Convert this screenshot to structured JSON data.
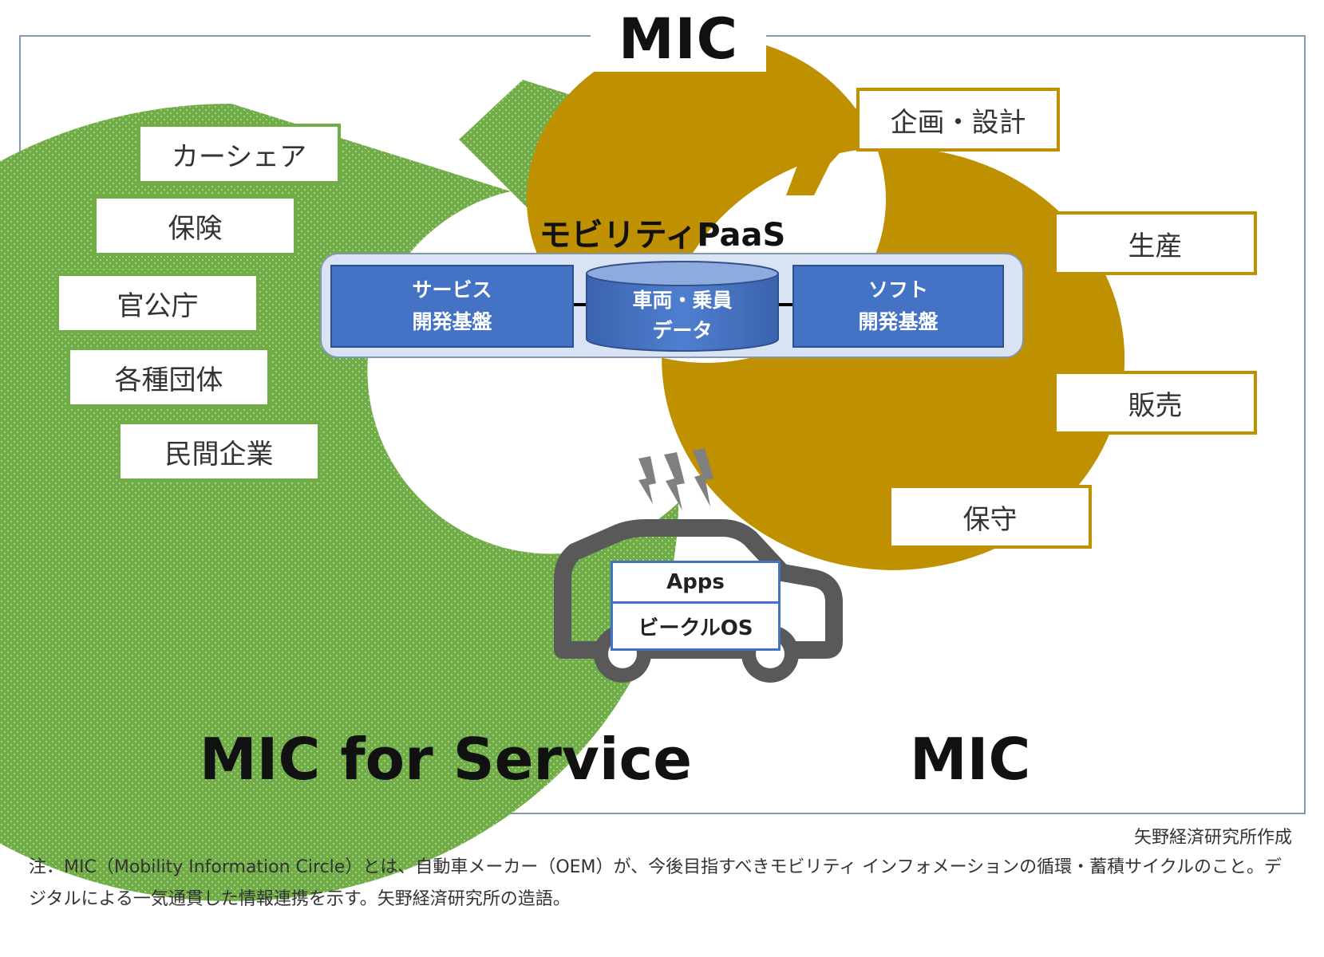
{
  "title": "MIC",
  "paas": {
    "title": "モビリティPaaS",
    "service_box": [
      "サービス",
      "開発基盤"
    ],
    "data_box": [
      "車両・乗員",
      "データ"
    ],
    "soft_box": [
      "ソフト",
      "開発基盤"
    ]
  },
  "left_labels": [
    "カーシェア",
    "保険",
    "官公庁",
    "各種団体",
    "民間企業"
  ],
  "right_labels": [
    "企画・設計",
    "生産",
    "販売",
    "保守"
  ],
  "car": {
    "apps": "Apps",
    "os": "ビークルOS"
  },
  "bottom_left": "MIC for Service",
  "bottom_right": "MIC",
  "credit": "矢野経済研究所作成",
  "note": "注．MIC（Mobility Information Circle）とは、自動車メーカー（OEM）が、今後目指すべきモビリティ インフォメーションの循環・蓄積サイクルのこと。デジタルによる一気通貫した情報連携を示す。矢野経済研究所の造語。",
  "colors": {
    "green": "#70ad47",
    "gold": "#bf9000",
    "blue": "#4472c4",
    "frame": "#8497b0",
    "car": "#595959"
  }
}
